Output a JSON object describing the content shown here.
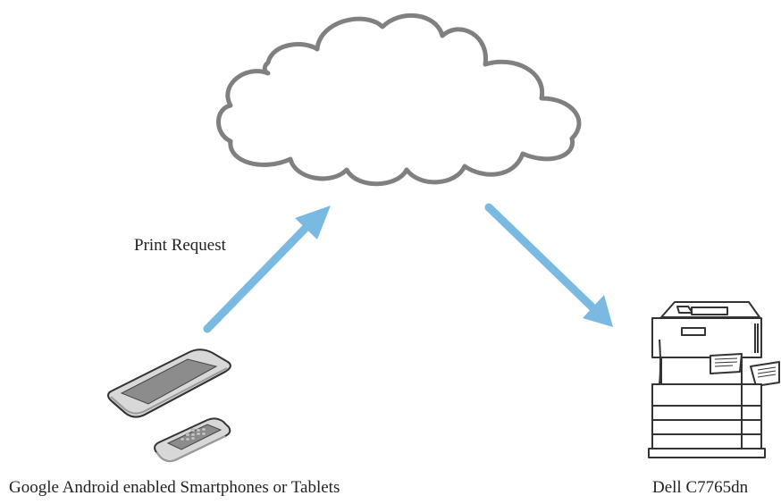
{
  "diagram": {
    "print_request_label": "Print Request",
    "devices_label": "Google Android enabled Smartphones or Tablets",
    "printer_label": "Dell C7765dn"
  },
  "nodes": [
    {
      "id": "cloud",
      "icon": "cloud-icon"
    },
    {
      "id": "mobile-devices",
      "icon": "tablet-icon",
      "icon_secondary": "smartphone-icon"
    },
    {
      "id": "printer",
      "icon": "printer-icon"
    }
  ],
  "edges": [
    {
      "from": "mobile-devices",
      "to": "cloud",
      "label_ref": "print_request_label"
    },
    {
      "from": "cloud",
      "to": "printer"
    }
  ],
  "colors": {
    "arrow": "#7ab9e2",
    "cloud_stroke": "#808080",
    "device_body": "#d8d8d8",
    "device_screen": "#8c8c8c",
    "outline": "#333333"
  }
}
